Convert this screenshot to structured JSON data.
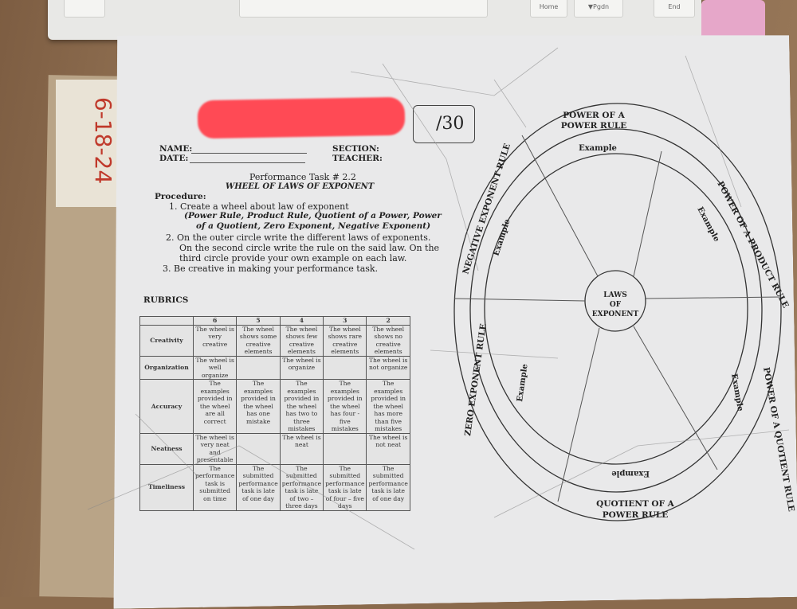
{
  "keyboard": {
    "keys": [
      "Home",
      "▼Pgdn",
      "End"
    ]
  },
  "date_label": "6-18-24",
  "score": "/30",
  "form": {
    "name": "NAME:",
    "date": "DATE:",
    "section": "SECTION:",
    "teacher": "TEACHER:"
  },
  "task": {
    "number": "Performance Task # 2.2",
    "title": "WHEEL OF LAWS OF EXPONENT"
  },
  "procedure": {
    "heading": "Procedure:",
    "step1": "1.  Create a wheel about law of exponent",
    "step1_detail1": "(Power Rule, Product Rule, Quotient of a Power, Power",
    "step1_detail2": "of a Quotient, Zero Exponent, Negative Exponent)",
    "step2a": "2.  On the outer circle write the different laws of exponents.",
    "step2b": "On the second circle write the rule on the said law. On the",
    "step2c": "third circle provide your own example on each law.",
    "step3": "3.  Be creative in making your performance task."
  },
  "rubrics": {
    "heading": "RUBRICS",
    "columns": [
      "",
      "6",
      "5",
      "4",
      "3",
      "2"
    ],
    "rows": [
      [
        "Creativity",
        "The wheel is very creative",
        "The wheel shows some creative elements",
        "The wheel shows few creative elements",
        "The wheel shows rare creative elements",
        "The wheel shows no creative elements"
      ],
      [
        "Organization",
        "The wheel is well organize",
        "",
        "The wheel is organize",
        "",
        "The wheel is not organize"
      ],
      [
        "Accuracy",
        "The examples provided in the wheel are all correct",
        "The examples provided in the wheel has one mistake",
        "The examples provided in the wheel has two to three mistakes",
        "The examples provided in the wheel has four - five mistakes",
        "The examples provided in the wheel has more than five mistakes"
      ],
      [
        "Neatness",
        "The wheel is very neat and presentable",
        "",
        "The wheel is neat",
        "",
        "The wheel is not neat"
      ],
      [
        "Timeliness",
        "The performance task is submitted on time",
        "The submitted performance task is late of one day",
        "The submitted performance task is late of two – three days",
        "The submitted performance task is late of four – five days",
        "The submitted performance task is late of one day"
      ]
    ]
  },
  "wheel": {
    "center": [
      "LAWS",
      "OF",
      "EXPONENT"
    ],
    "power_of_power": [
      "POWER OF A",
      "POWER RULE"
    ],
    "power_of_product": "POWER OF A PRODUCT RULE",
    "quotient_rule": "POWER OF A QUOTIENT RULE",
    "quotient_of_power": [
      "QUOTIENT OF A",
      "POWER RULE"
    ],
    "zero_exponent": "ZERO EXPONENT RULE",
    "negative_exponent": "NEGATIVE EXPONENT RULE",
    "example": "Example"
  },
  "colors": {
    "redaction": "#ff4a55",
    "paper": "#e9e9ea",
    "date_ink": "#c0392b"
  }
}
